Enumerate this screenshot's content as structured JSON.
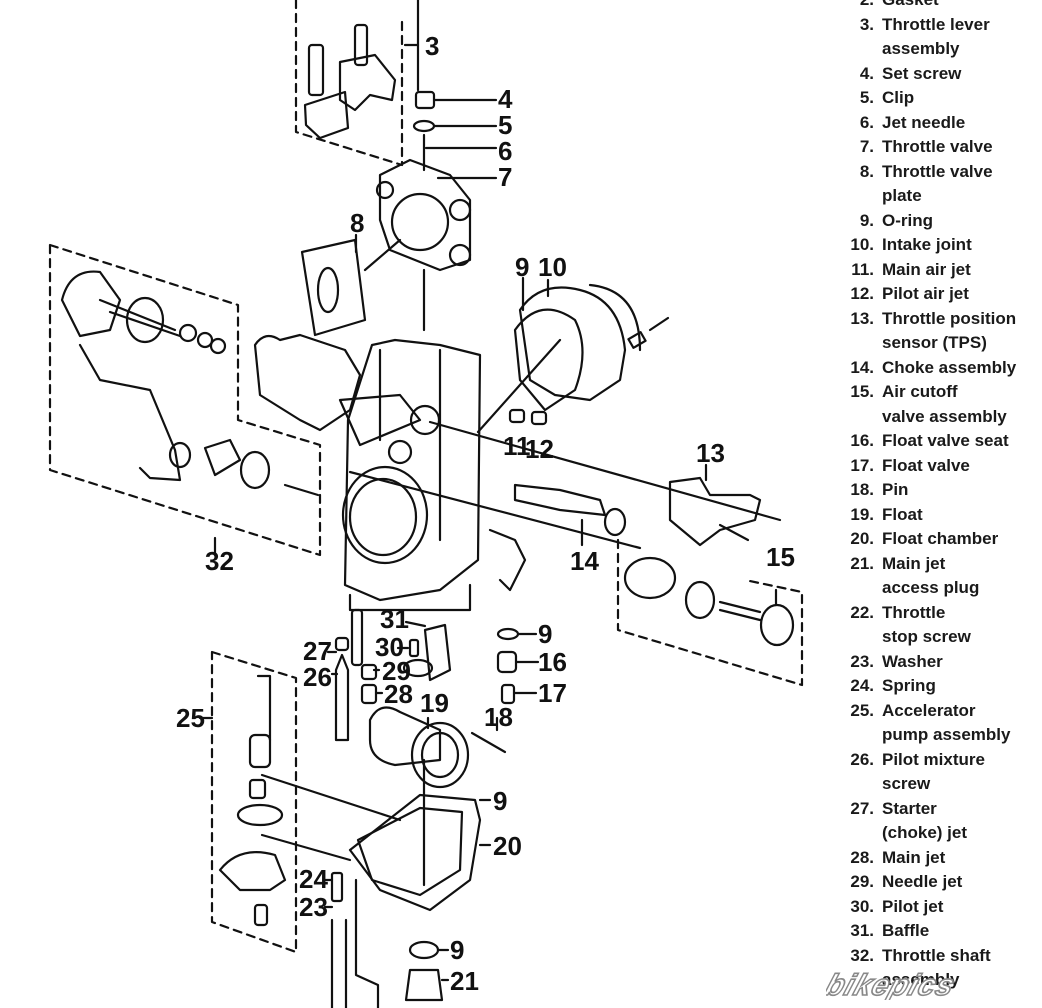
{
  "diagram": {
    "title": "Carburetor exploded view",
    "callouts": [
      "3",
      "4",
      "5",
      "6",
      "7",
      "8",
      "9",
      "10",
      "11",
      "12",
      "13",
      "14",
      "15",
      "32",
      "31",
      "30",
      "29",
      "28",
      "27",
      "26",
      "25",
      "19",
      "18",
      "9",
      "16",
      "17",
      "9",
      "20",
      "24",
      "23",
      "9",
      "21"
    ]
  },
  "legend": {
    "items": [
      {
        "num": "2.",
        "text": "Gasket"
      },
      {
        "num": "3.",
        "text": "Throttle lever\nassembly"
      },
      {
        "num": "4.",
        "text": "Set screw"
      },
      {
        "num": "5.",
        "text": "Clip"
      },
      {
        "num": "6.",
        "text": "Jet needle"
      },
      {
        "num": "7.",
        "text": "Throttle valve"
      },
      {
        "num": "8.",
        "text": "Throttle valve\nplate"
      },
      {
        "num": "9.",
        "text": "O-ring"
      },
      {
        "num": "10.",
        "text": "Intake joint"
      },
      {
        "num": "11.",
        "text": "Main air jet"
      },
      {
        "num": "12.",
        "text": "Pilot air jet"
      },
      {
        "num": "13.",
        "text": "Throttle position\nsensor (TPS)"
      },
      {
        "num": "14.",
        "text": "Choke assembly"
      },
      {
        "num": "15.",
        "text": "Air cutoff\nvalve assembly"
      },
      {
        "num": "16.",
        "text": "Float valve seat"
      },
      {
        "num": "17.",
        "text": "Float valve"
      },
      {
        "num": "18.",
        "text": "Pin"
      },
      {
        "num": "19.",
        "text": "Float"
      },
      {
        "num": "20.",
        "text": "Float chamber"
      },
      {
        "num": "21.",
        "text": "Main jet\naccess plug"
      },
      {
        "num": "22.",
        "text": "Throttle\nstop screw"
      },
      {
        "num": "23.",
        "text": "Washer"
      },
      {
        "num": "24.",
        "text": "Spring"
      },
      {
        "num": "25.",
        "text": "Accelerator\npump assembly"
      },
      {
        "num": "26.",
        "text": "Pilot mixture\nscrew"
      },
      {
        "num": "27.",
        "text": "Starter\n(choke) jet"
      },
      {
        "num": "28.",
        "text": "Main jet"
      },
      {
        "num": "29.",
        "text": "Needle jet"
      },
      {
        "num": "30.",
        "text": "Pilot jet"
      },
      {
        "num": "31.",
        "text": "Baffle"
      },
      {
        "num": "32.",
        "text": "Throttle shaft\nassembly"
      }
    ]
  },
  "watermark": {
    "text": "bikepics"
  }
}
